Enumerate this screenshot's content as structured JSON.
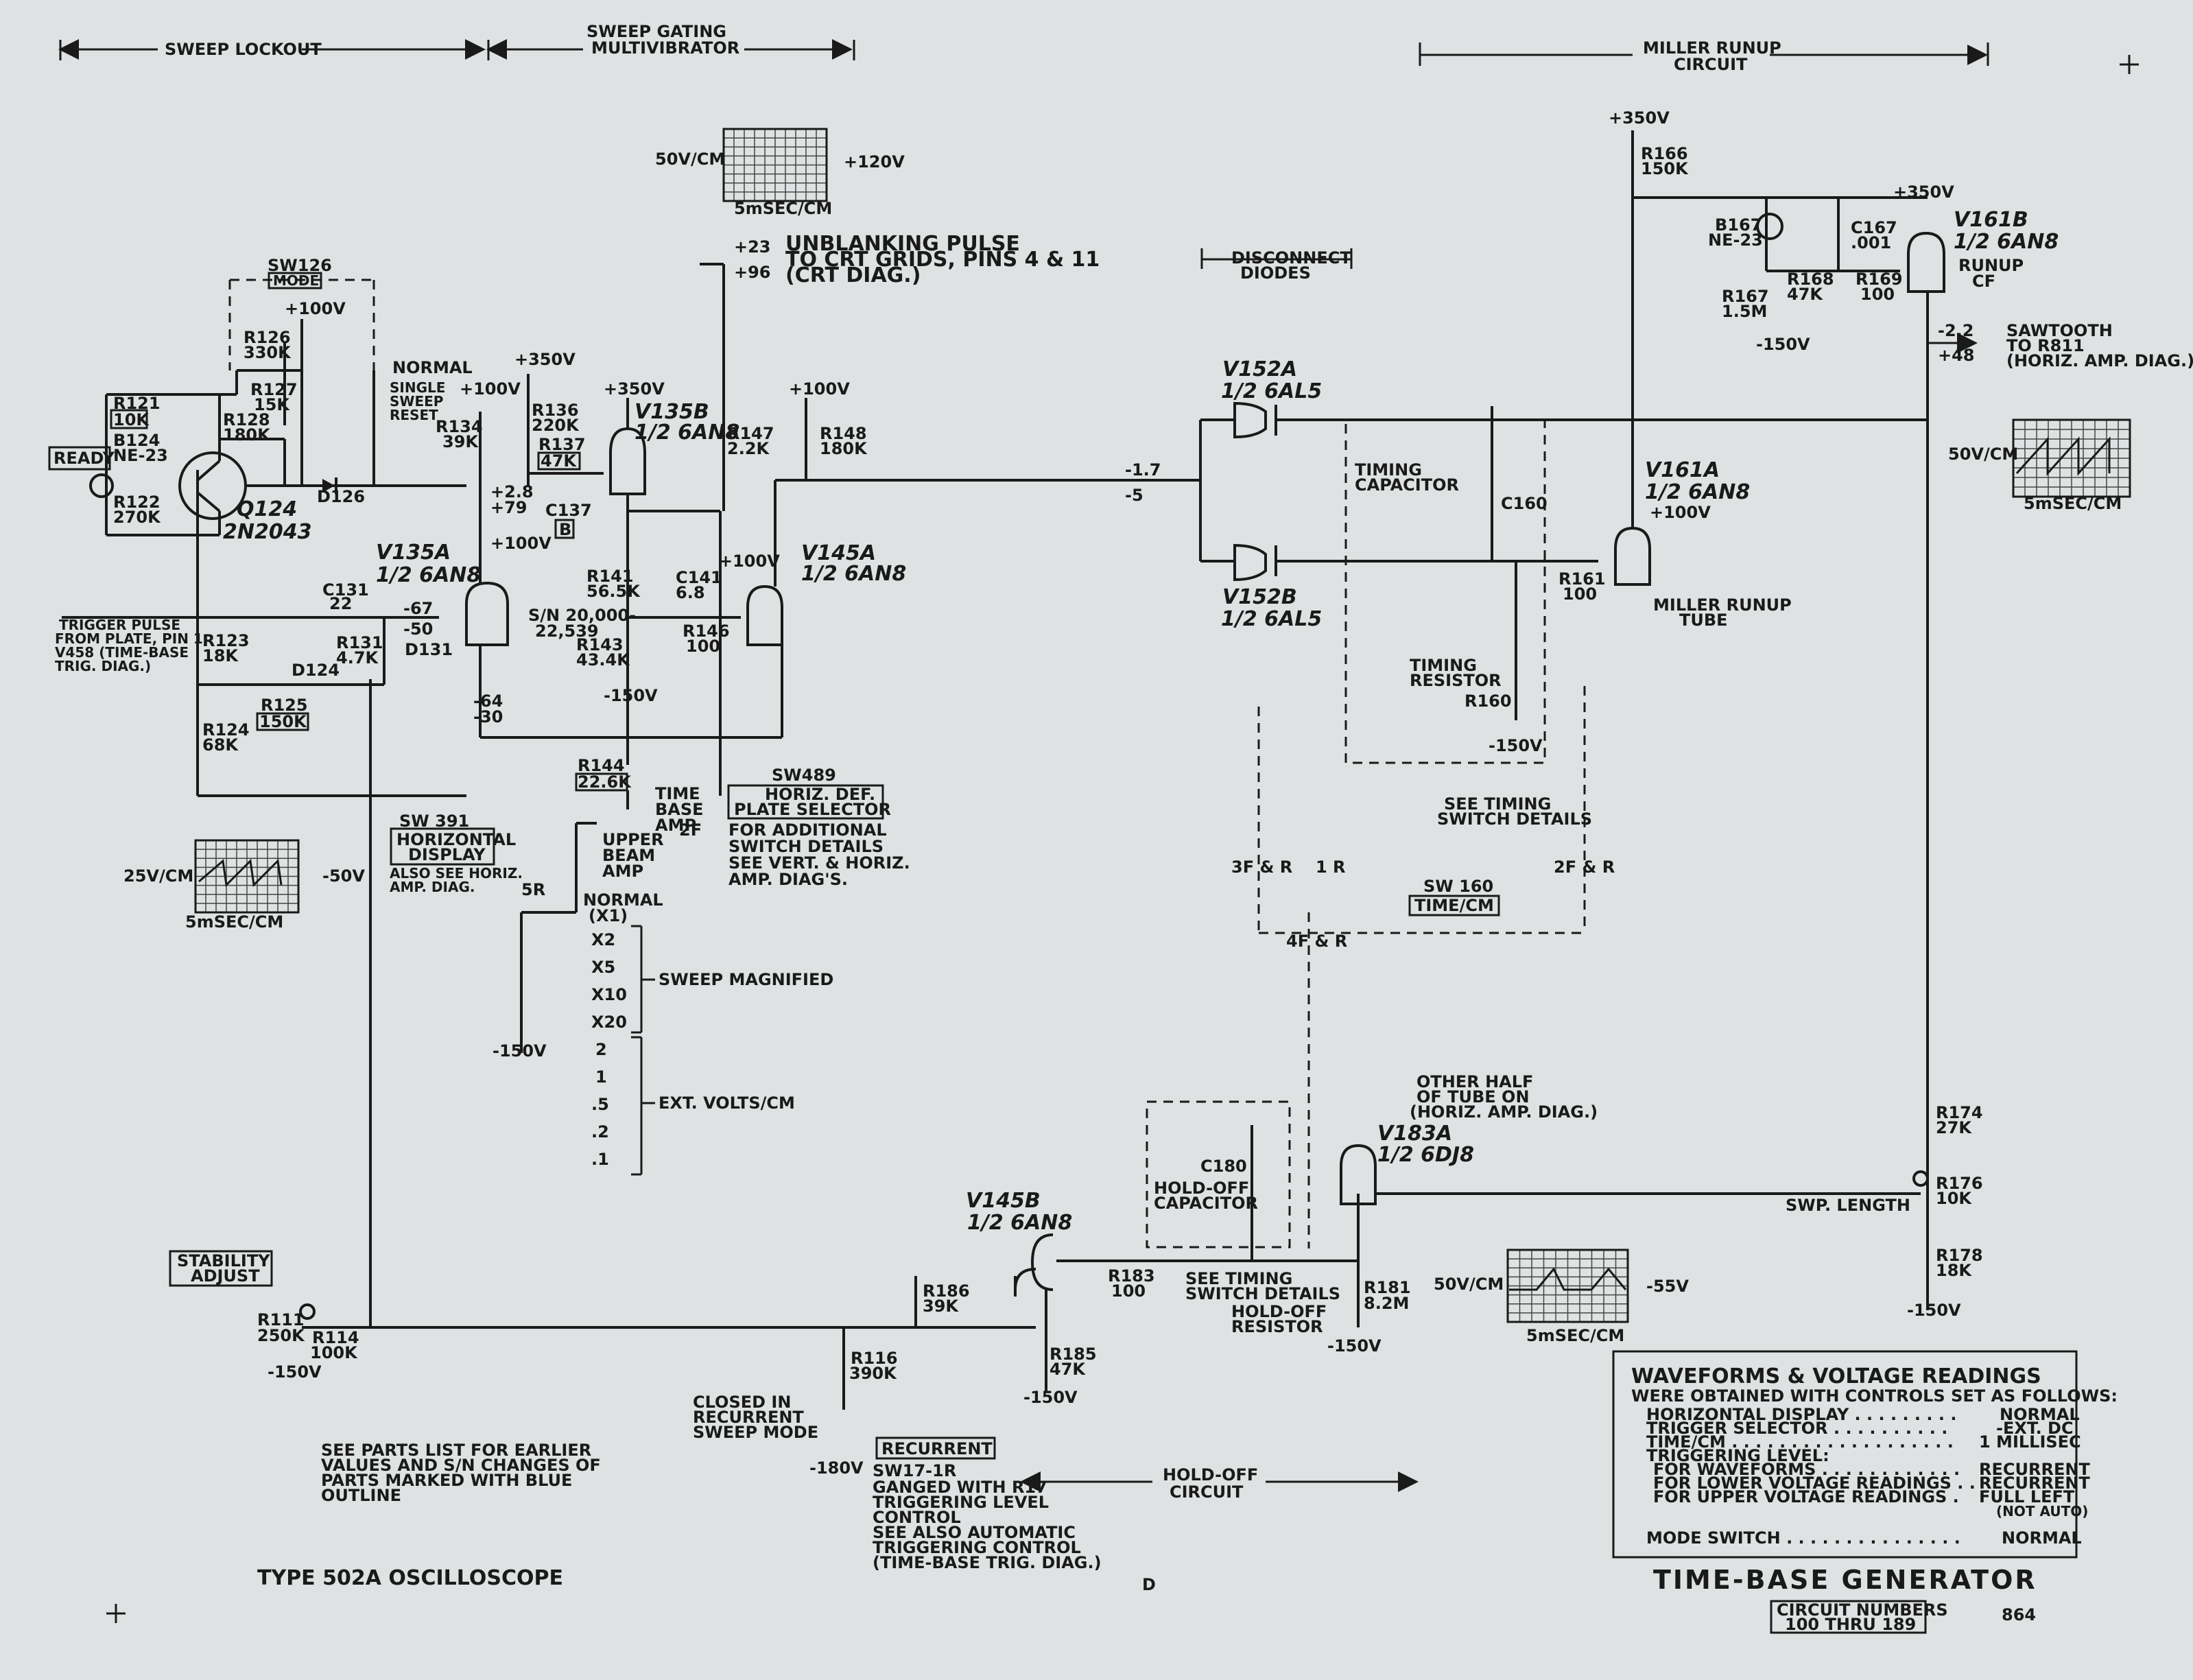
{
  "title": {
    "main": "TIME-BASE GENERATOR",
    "circuit_numbers": "CIRCUIT NUMBERS",
    "circuit_range": "100 THRU 189",
    "sheet_no": "864",
    "model": "TYPE 502A   OSCILLOSCOPE",
    "letter": "D"
  },
  "sections": {
    "sweep_lockout": "SWEEP LOCKOUT",
    "gating_1": "SWEEP GATING",
    "gating_2": "MULTIVIBRATOR",
    "miller_1": "MILLER RUNUP",
    "miller_2": "CIRCUIT",
    "holdoff_1": "HOLD-OFF",
    "holdoff_2": "CIRCUIT",
    "disconnect_1": "DISCONNECT",
    "disconnect_2": "DIODES"
  },
  "notes": {
    "unblank_1": "UNBLANKING PULSE",
    "unblank_2": "TO CRT GRIDS, PINS 4 & 11",
    "unblank_3": "(CRT DIAG.)",
    "sawtooth_1": "SAWTOOTH",
    "sawtooth_2": "TO R811",
    "sawtooth_3": "(HORIZ. AMP. DIAG.)",
    "trigger_1": "TRIGGER PULSE",
    "trigger_2": "FROM PLATE, PIN 1,",
    "trigger_3": "V458 (TIME-BASE",
    "trigger_4": "TRIG. DIAG.)",
    "parts_1": "SEE PARTS LIST FOR EARLIER",
    "parts_2": "VALUES AND S/N CHANGES OF",
    "parts_3": "PARTS MARKED WITH BLUE",
    "parts_4": "OUTLINE",
    "closed_1": "CLOSED IN",
    "closed_2": "RECURRENT",
    "closed_3": "SWEEP MODE",
    "gang_1": "SW17-1R",
    "gang_2": "GANGED WITH R17",
    "gang_3": "TRIGGERING LEVEL",
    "gang_4": "CONTROL",
    "gang_5": "SEE ALSO AUTOMATIC",
    "gang_6": "TRIGGERING CONTROL",
    "gang_7": "(TIME-BASE TRIG. DIAG.)",
    "other_1": "OTHER HALF",
    "other_2": "OF TUBE ON",
    "other_3": "(HORIZ. AMP. DIAG.)",
    "addl_1": "FOR ADDITIONAL",
    "addl_2": "SWITCH DETAILS",
    "addl_3": "SEE VERT. & HORIZ.",
    "addl_4": "AMP. DIAG'S.",
    "alsosee_1": "ALSO SEE HORIZ.",
    "alsosee_2": "AMP. DIAG.",
    "timing_cap_1": "TIMING",
    "timing_cap_2": "CAPACITOR",
    "timing_res_1": "TIMING",
    "timing_res_2": "RESISTOR",
    "see_timing_1": "SEE TIMING",
    "see_timing_2": "SWITCH DETAILS",
    "holdoff_cap_1": "HOLD-OFF",
    "holdoff_cap_2": "CAPACITOR",
    "holdoff_res_1": "HOLD-OFF",
    "holdoff_res_2": "RESISTOR",
    "miller_tube_1": "MILLER RUNUP",
    "miller_tube_2": "TUBE",
    "runup_1": "RUNUP",
    "runup_2": "CF",
    "sweep_mag": "SWEEP MAGNIFIED",
    "ext_volts": "EXT. VOLTS/CM",
    "sn": "S/N 20,000-",
    "sn2": "22,539",
    "swp_length": "SWP. LENGTH"
  },
  "boxes": {
    "ready": "READY",
    "mode": "MODE",
    "stability_1": "STABILITY",
    "stability_2": "ADJUST",
    "recurrent": "RECURRENT",
    "horiz_disp_1": "HORIZONTAL",
    "horiz_disp_2": "DISPLAY",
    "horiz_def_1": "HORIZ. DEF.",
    "horiz_def_2": "PLATE SELECTOR",
    "time_cm": "TIME/CM",
    "r121": "10K",
    "r137": "47K",
    "c137": "B",
    "r125": "150K",
    "r144": "22.6K"
  },
  "switches": {
    "sw126": "SW126",
    "sw489": "SW489",
    "sw391": "SW 391",
    "sw160": "SW 160",
    "normal": "NORMAL",
    "single_1": "SINGLE",
    "single_2": "SWEEP",
    "single_3": "RESET",
    "tb_1": "TIME",
    "tb_2": "BASE",
    "tb_3": "AMP",
    "ub_1": "UPPER",
    "ub_2": "BEAM",
    "ub_3": "AMP",
    "disp_normal": "NORMAL",
    "disp_x1": "(X1)",
    "mag": [
      "X2",
      "X5",
      "X10",
      "X20"
    ],
    "ext": [
      "2",
      "1",
      ".5",
      ".2",
      ".1"
    ],
    "pos_5r": "5R",
    "pos_2f": "2F",
    "pos_3fr": "3F & R",
    "pos_1r": "1 R",
    "pos_2fr": "2F & R",
    "pos_4fr": "4F & R"
  },
  "tubes": {
    "v135a": [
      "V135A",
      "1/2 6AN8"
    ],
    "v135b": [
      "V135B",
      "1/2 6AN8"
    ],
    "v145a": [
      "V145A",
      "1/2 6AN8"
    ],
    "v145b": [
      "V145B",
      "1/2 6AN8"
    ],
    "v152a": [
      "V152A",
      "1/2 6AL5"
    ],
    "v152b": [
      "V152B",
      "1/2 6AL5"
    ],
    "v161a": [
      "V161A",
      "1/2 6AN8"
    ],
    "v161b": [
      "V161B",
      "1/2 6AN8"
    ],
    "v183a": [
      "V183A",
      "1/2 6DJ8"
    ],
    "q124": [
      "Q124",
      "2N2043"
    ]
  },
  "parts": {
    "r121": "R121",
    "b124": "B124",
    "b124v": "NE-23",
    "r122": "R122",
    "r122v": "270K",
    "r126": "R126",
    "r126v": "330K",
    "r127": "R127",
    "r127v": "15K",
    "r128": "R128",
    "r128v": "180K",
    "d126": "D126",
    "r134": "R134",
    "r134v": "39K",
    "r136": "R136",
    "r136v": "220K",
    "r137": "R137",
    "c137": "C137",
    "r141": "R141",
    "r141v": "56.5K",
    "c141": "C141",
    "c141v": "6.8",
    "r143": "R143",
    "r143v": "43.4K",
    "r146": "R146",
    "r146v": "100",
    "r147": "R147",
    "r147v": "2.2K",
    "r148": "R148",
    "r148v": "180K",
    "c131": "C131",
    "c131v": "22",
    "r131": "R131",
    "r131v": "4.7K",
    "d131": "D131",
    "r123": "R123",
    "r123v": "18K",
    "d124": "D124",
    "r125": "R125",
    "r124": "R124",
    "r124v": "68K",
    "r144": "R144",
    "r166": "R166",
    "r166v": "150K",
    "b167": "B167",
    "b167v": "NE-23",
    "c167": "C167",
    "c167v": ".001",
    "r167": "R167",
    "r167v": "1.5M",
    "r168": "R168",
    "r168v": "47K",
    "r169": "R169",
    "r169v": "100",
    "c160": "C160",
    "r160": "R160",
    "r161": "R161",
    "r161v": "100",
    "r174": "R174",
    "r174v": "27K",
    "r176": "R176",
    "r176v": "10K",
    "r178": "R178",
    "r178v": "18K",
    "c180": "C180",
    "r181": "R181",
    "r181v": "8.2M",
    "r183": "R183",
    "r183v": "100",
    "r185": "R185",
    "r185v": "47K",
    "r186": "R186",
    "r186v": "39K",
    "r111": "R111",
    "r111v": "250K",
    "r114": "R114",
    "r114v": "100K",
    "r116": "R116",
    "r116v": "390K"
  },
  "voltages": {
    "p350": "+350V",
    "p100": "+100V",
    "m150": "-150V",
    "m180": "-180V",
    "v_28": "+2.8",
    "v_79": "+79",
    "v_67": "-67",
    "v_50": "-50",
    "v_64": "-64",
    "v_30": "-30",
    "v_17": "-1.7",
    "v_5": "-5",
    "v_23": "+23",
    "v_96": "+96",
    "v_22": "-2.2",
    "v_48": "+48",
    "v_120": "+120V",
    "v_m50": "-50V",
    "v_m55": "-55V"
  },
  "scopes": {
    "top": {
      "vdiv": "50V/CM",
      "tdiv": "5mSEC/CM",
      "level": "+120V"
    },
    "left": {
      "vdiv": "25V/CM",
      "tdiv": "5mSEC/CM",
      "level": "-50V"
    },
    "right": {
      "vdiv": "50V/CM",
      "tdiv": "5mSEC/CM"
    },
    "bottom": {
      "vdiv": "50V/CM",
      "tdiv": "5mSEC/CM",
      "level": "-55V"
    }
  },
  "legend": {
    "title": "WAVEFORMS & VOLTAGE READINGS",
    "subtitle": "WERE OBTAINED WITH CONTROLS SET AS FOLLOWS:",
    "rows": [
      {
        "k": "HORIZONTAL DISPLAY . . . . . . . . .",
        "v": "NORMAL"
      },
      {
        "k": "TRIGGER SELECTOR . . . . . . . . . .",
        "v": "-EXT. DC"
      },
      {
        "k": "TIME/CM . . . . . . . . . . . . . . . . . . .",
        "v": "1 MILLISEC"
      },
      {
        "k": "TRIGGERING LEVEL:",
        "v": ""
      },
      {
        "k": "  FOR WAVEFORMS . . . . . . . . . . . .",
        "v": "RECURRENT"
      },
      {
        "k": "  FOR LOWER VOLTAGE READINGS . .",
        "v": "RECURRENT"
      },
      {
        "k": "  FOR UPPER VOLTAGE READINGS .",
        "v": "FULL LEFT"
      },
      {
        "k": "",
        "v": "(NOT AUTO)"
      },
      {
        "k": "MODE SWITCH . . . . . . . . . . . . . . .",
        "v": "NORMAL"
      }
    ]
  }
}
